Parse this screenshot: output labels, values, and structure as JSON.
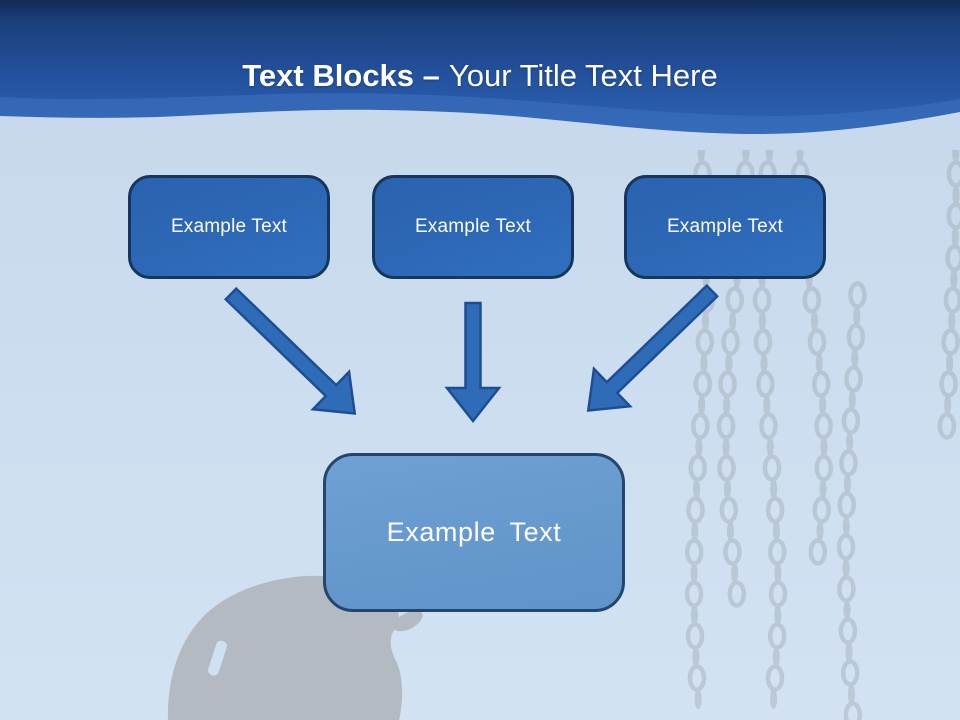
{
  "slide": {
    "title": {
      "bold": "Text Blocks –",
      "regular": "Your Title Text Here"
    }
  },
  "diagram": {
    "top_boxes": [
      {
        "label": "Example Text"
      },
      {
        "label": "Example Text"
      },
      {
        "label": "Example Text"
      }
    ],
    "center_box": {
      "label": "Example Text"
    }
  },
  "colors": {
    "header_gradient_top": "#112b52",
    "header_blue": "#2c63b0",
    "header_wave_highlight": "#3f74c2",
    "box_fill": "#2d68b6",
    "box_border": "#17365c",
    "center_box_fill": "#6598cd",
    "center_box_border": "#24466b",
    "arrow_fill": "#2e6cb8",
    "arrow_border": "#1d4e94",
    "background_light_blue": "#cbdcef",
    "chain_gray": "#99a1aa",
    "silhouette_gray": "#b0b6bc",
    "title_text": "#ffffff",
    "box_text": "#ffffff"
  }
}
